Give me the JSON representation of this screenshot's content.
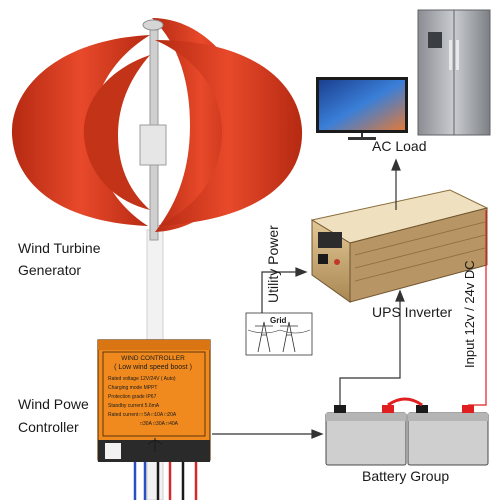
{
  "labels": {
    "turbine_line1": "Wind Turbine",
    "turbine_line2": "Generator",
    "controller_line1": "Wind Powe",
    "controller_line2": "Controller",
    "ac_load": "AC Load",
    "ups_inverter": "UPS Inverter",
    "utility_power": "Utility Power",
    "grid": "Grid",
    "input_voltage": "Input 12v / 24v DC",
    "battery_group": "Battery Group"
  },
  "controller": {
    "title": "WIND CONTROLLER",
    "subtitle": "( Low wind speed boost )",
    "lines": [
      "Rated voltage 12V/24V ( Auto)",
      "Charging mode MPPT",
      "Protection grade IP67",
      "Standby current 5.6mA",
      "Rated current □ 5A □10A □20A",
      "□30A □30A □40A"
    ]
  },
  "colors": {
    "turbine_red": "#d93a1c",
    "controller_orange": "#f08a1e",
    "inverter_gold": "#c9a66b",
    "battery_gray": "#cfcfcf",
    "positive_terminal": "#e02020"
  }
}
